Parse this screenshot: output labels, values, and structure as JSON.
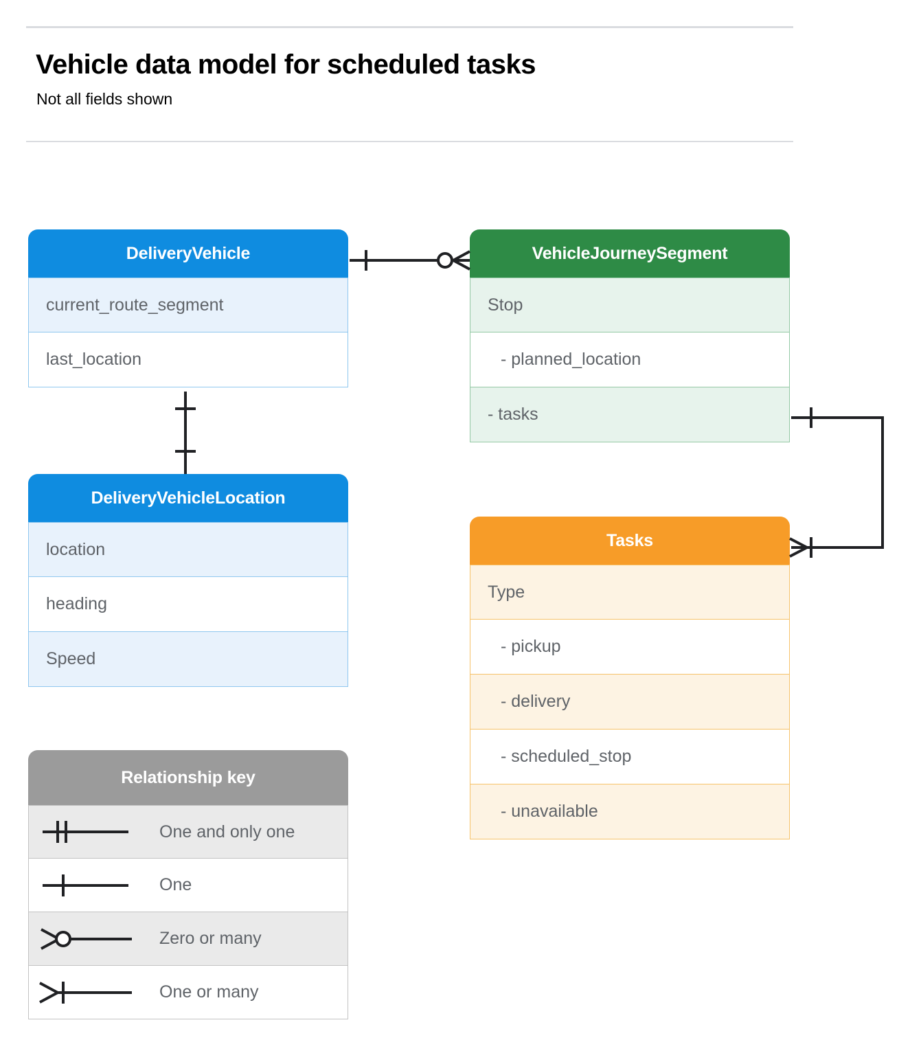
{
  "header": {
    "title": "Vehicle data model for scheduled tasks",
    "subtitle": "Not all fields shown"
  },
  "entities": [
    {
      "id": "delivery-vehicle",
      "name": "DeliveryVehicle",
      "color": "#0f8ce0",
      "fields": [
        {
          "label": "current_route_segment",
          "nested": false
        },
        {
          "label": "last_location",
          "nested": false
        }
      ]
    },
    {
      "id": "vehicle-journey-segment",
      "name": "VehicleJourneySegment",
      "color": "#2e8b46",
      "fields": [
        {
          "label": "Stop",
          "nested": false
        },
        {
          "label": "-  planned_location",
          "nested": true
        },
        {
          "label": "- tasks",
          "nested": true
        }
      ]
    },
    {
      "id": "delivery-vehicle-location",
      "name": "DeliveryVehicleLocation",
      "color": "#0f8ce0",
      "fields": [
        {
          "label": "location",
          "nested": false
        },
        {
          "label": "heading",
          "nested": false
        },
        {
          "label": "Speed",
          "nested": false
        }
      ]
    },
    {
      "id": "tasks",
      "name": "Tasks",
      "color": "#f79c28",
      "fields": [
        {
          "label": "Type",
          "nested": false
        },
        {
          "label": "-  pickup",
          "nested": true
        },
        {
          "label": "-  delivery",
          "nested": true
        },
        {
          "label": "-  scheduled_stop",
          "nested": true
        },
        {
          "label": "-  unavailable",
          "nested": true
        }
      ]
    }
  ],
  "relationship_key": {
    "title": "Relationship key",
    "items": [
      {
        "symbol": "one-and-only-one",
        "label": "One and only one"
      },
      {
        "symbol": "one",
        "label": "One"
      },
      {
        "symbol": "zero-or-many",
        "label": "Zero or many"
      },
      {
        "symbol": "one-or-many",
        "label": "One or many"
      }
    ]
  },
  "relationships": [
    {
      "id": "deliveryvehicle-to-journeysegment",
      "from": "DeliveryVehicle",
      "to": "VehicleJourneySegment",
      "from_cardinality": "One",
      "to_cardinality": "Zero or many"
    },
    {
      "id": "deliveryvehicle-to-vehiclelocation",
      "from": "DeliveryVehicle",
      "to": "DeliveryVehicleLocation",
      "from_cardinality": "One",
      "to_cardinality": "One"
    },
    {
      "id": "journeysegment-tasks-to-tasks",
      "from": "VehicleJourneySegment.tasks",
      "to": "Tasks",
      "from_cardinality": "One",
      "to_cardinality": "One or many"
    }
  ],
  "palette": {
    "blue": "#0f8ce0",
    "blue_light": "#e8f2fc",
    "green": "#2e8b46",
    "green_light": "#e7f3ec",
    "orange": "#f79c28",
    "orange_light": "#fdf3e3",
    "gray": "#9b9b9b",
    "gray_light": "#eaeaea",
    "text": "#5f6368",
    "rule": "#dadce0"
  }
}
